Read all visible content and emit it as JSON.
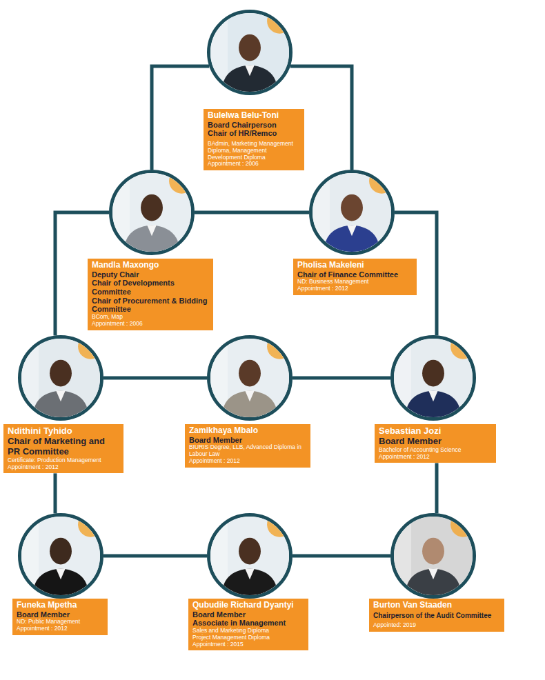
{
  "diagram": {
    "nodes": [
      {
        "text": [
          "Bulelwa Belu-Toni",
          "Board Chairperson",
          "Chair of HR/Remco",
          "BAdmin, Marketing Management Diploma, Management Development Diploma",
          "Appointment : 2006"
        ]
      },
      {
        "text": [
          "Mandla Maxongo",
          "Deputy Chair",
          "Chair of Developments Committee",
          "Chair of Procurement & Bidding Committee",
          "BCom, Map",
          "Appointment : 2006"
        ]
      },
      {
        "text": [
          "Pholisa Makeleni",
          "Chair of Finance Committee",
          "ND: Business Management",
          "Appointment : 2012"
        ]
      },
      {
        "text": [
          "Ndithini Tyhido",
          "Chair of Marketing and PR Committee",
          "Certificate: Production Management",
          "Appointment : 2012"
        ]
      },
      {
        "text": [
          "Zamikhaya Mbalo",
          "Board Member",
          "BIURIS Degree, LLB, Advanced Diploma in Labour Law",
          "Appointment : 2012"
        ]
      },
      {
        "text": [
          "Sebastian Jozi",
          "Board Member",
          "Bachelor of Accounting Science",
          "Appointment : 2012"
        ]
      },
      {
        "text": [
          "Funeka Mpetha",
          "Board Member",
          "ND: Public Management",
          "Appointment : 2012"
        ]
      },
      {
        "text": [
          "Qubudile Richard Dyantyi",
          "Board Member",
          "Associate in Management",
          "Sales and Marketing Diploma",
          "Project Management Diploma",
          "Appointment : 2015"
        ]
      },
      {
        "text": [
          "Burton Van Staaden",
          "Chairperson of the Audit Committee",
          "Appointed: 2019"
        ]
      }
    ],
    "edges": [
      {
        "from": 0,
        "to": 1,
        "arrow": "none"
      },
      {
        "from": 0,
        "to": 2,
        "arrow": "none"
      },
      {
        "from": 1,
        "to": 2,
        "arrow": "none"
      },
      {
        "from": 1,
        "to": 3,
        "arrow": "none"
      },
      {
        "from": 2,
        "to": 5,
        "arrow": "none"
      },
      {
        "from": 3,
        "to": 4,
        "arrow": "none"
      },
      {
        "from": 4,
        "to": 5,
        "arrow": "none"
      },
      {
        "from": 3,
        "to": 6,
        "arrow": "none"
      },
      {
        "from": 5,
        "to": 8,
        "arrow": "none"
      },
      {
        "from": 6,
        "to": 7,
        "arrow": "none"
      },
      {
        "from": 7,
        "to": 8,
        "arrow": "none"
      }
    ]
  }
}
